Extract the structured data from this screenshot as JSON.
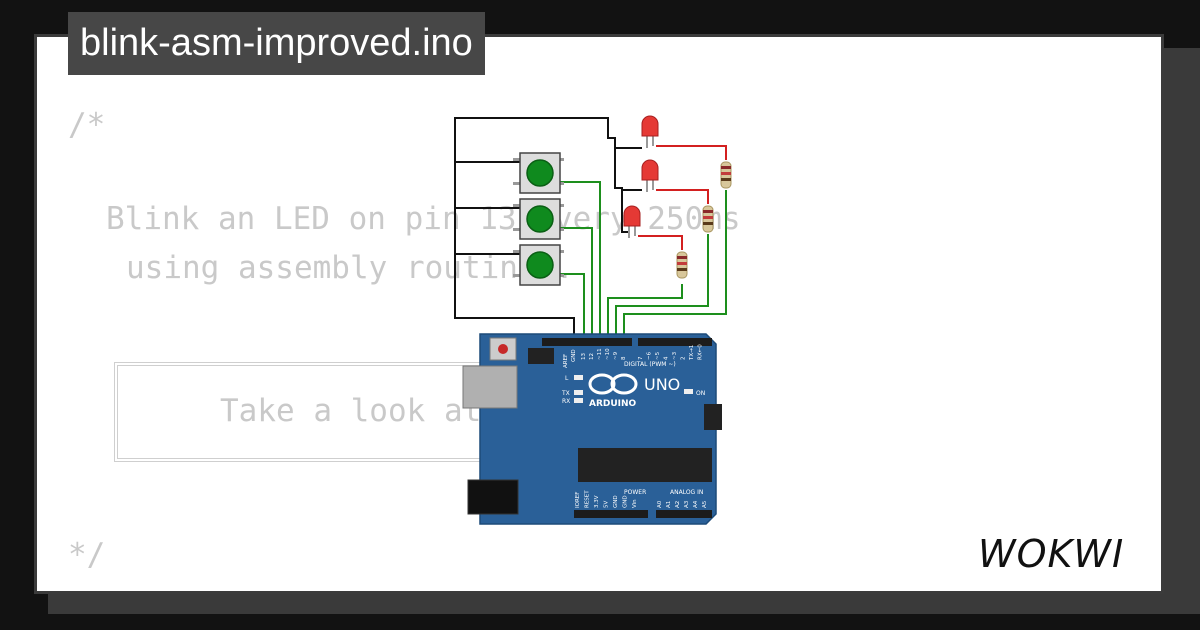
{
  "title": "blink-asm-improved.ino",
  "code_lines": {
    "open": "/*",
    "line1": "Blink an LED on pin 13 every 250ms",
    "line2": "using assembly routines.",
    "box_text": "Take a look at",
    "close": "*/"
  },
  "board": {
    "logo_text": "ARDUINO",
    "model": "UNO",
    "digital_label": "DIGITAL (PWM ~)",
    "power_label": "POWER",
    "analog_label": "ANALOG IN",
    "on_label": "ON",
    "l_label": "L",
    "tx_label": "TX",
    "rx_label": "RX",
    "aref": "AREF",
    "gnd": "GND",
    "pins_top": [
      "13",
      "12",
      "~11",
      "~10",
      "~9",
      "8",
      "7",
      "~6",
      "~5",
      "4",
      "~3",
      "2",
      "TX→1",
      "RX←0"
    ],
    "power_pins": [
      "IOREF",
      "RESET",
      "3.3V",
      "5V",
      "GND",
      "GND",
      "Vin"
    ],
    "analog_pins": [
      "A0",
      "A1",
      "A2",
      "A3",
      "A4",
      "A5"
    ]
  },
  "brand": "WOKWI",
  "colors": {
    "background": "#121212",
    "card": "#ffffff",
    "tab": "#474747",
    "board": "#2a6098",
    "button": "#0f8a1e",
    "led": "#e53935",
    "wire_green": "#1d8f1d",
    "wire_red": "#d32020",
    "wire_black": "#111111"
  }
}
